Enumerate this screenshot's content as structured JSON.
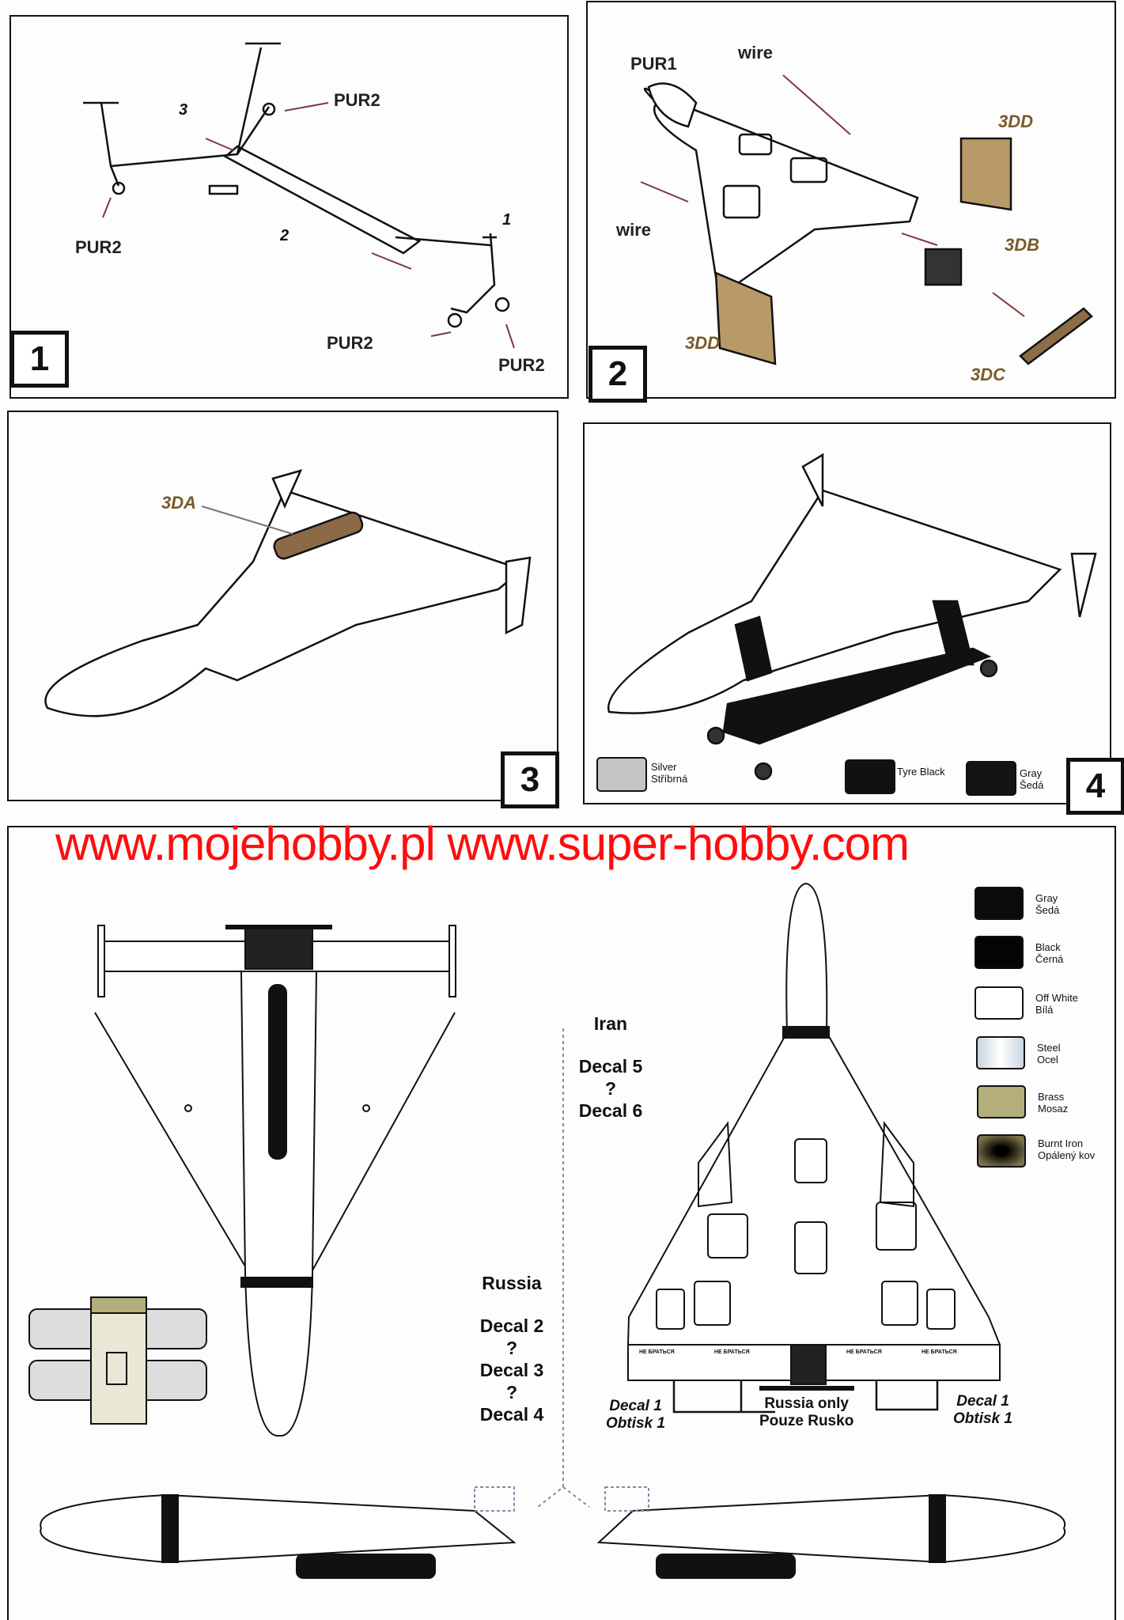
{
  "step1": {
    "number": "1",
    "labels": {
      "pur2_a": "PUR2",
      "pur2_b": "PUR2",
      "pur2_c": "PUR2",
      "pur2_d": "PUR2",
      "part1": "1",
      "part2": "2",
      "part3": "3"
    }
  },
  "step2": {
    "number": "2",
    "labels": {
      "pur1": "PUR1",
      "wire_top": "wire",
      "wire_left": "wire",
      "dd_top": "3DD",
      "db": "3DB",
      "dd_bottom": "3DD",
      "dc": "3DC"
    }
  },
  "step3": {
    "number": "3",
    "labels": {
      "da": "3DA"
    }
  },
  "step4": {
    "number": "4",
    "colors": [
      {
        "name": "Silver",
        "name_cz": "Stříbrná",
        "hex": "#c4c4c4"
      },
      {
        "name": "Tyre Black",
        "name_cz": "",
        "hex": "#111111"
      },
      {
        "name": "Gray",
        "name_cz": "Šedá",
        "hex": "#141414"
      }
    ]
  },
  "watermark": "www.mojehobby.pl www.super-hobby.com",
  "painting": {
    "iran": {
      "title": "Iran",
      "decal_a": "Decal 5",
      "sep": "?",
      "decal_b": "Decal 6"
    },
    "russia": {
      "title": "Russia",
      "decal_a": "Decal 2",
      "sep1": "?",
      "decal_b": "Decal 3",
      "sep2": "?",
      "decal_c": "Decal 4"
    },
    "decal1_left": {
      "line1": "Decal 1",
      "line2": "Obtisk 1"
    },
    "decal1_right": {
      "line1": "Decal 1",
      "line2": "Obtisk 1"
    },
    "russia_only": {
      "line1": "Russia only",
      "line2": "Pouze Rusko"
    },
    "wing_marking": "НЕ БРАТЬСЯ",
    "legend": [
      {
        "name": "Gray",
        "name_cz": "Šedá",
        "hex": "#0c0c0c"
      },
      {
        "name": "Black",
        "name_cz": "Černá",
        "hex": "#050505"
      },
      {
        "name": "Off White",
        "name_cz": "Bílá",
        "hex": "#ffffff"
      },
      {
        "name": "Steel",
        "name_cz": "Ocel",
        "hex": "#e4ecf2"
      },
      {
        "name": "Brass",
        "name_cz": "Mosaz",
        "hex": "#b3ae7a"
      },
      {
        "name": "Burnt Iron",
        "name_cz": "Opálený kov",
        "hex": "#5a5236"
      }
    ]
  }
}
